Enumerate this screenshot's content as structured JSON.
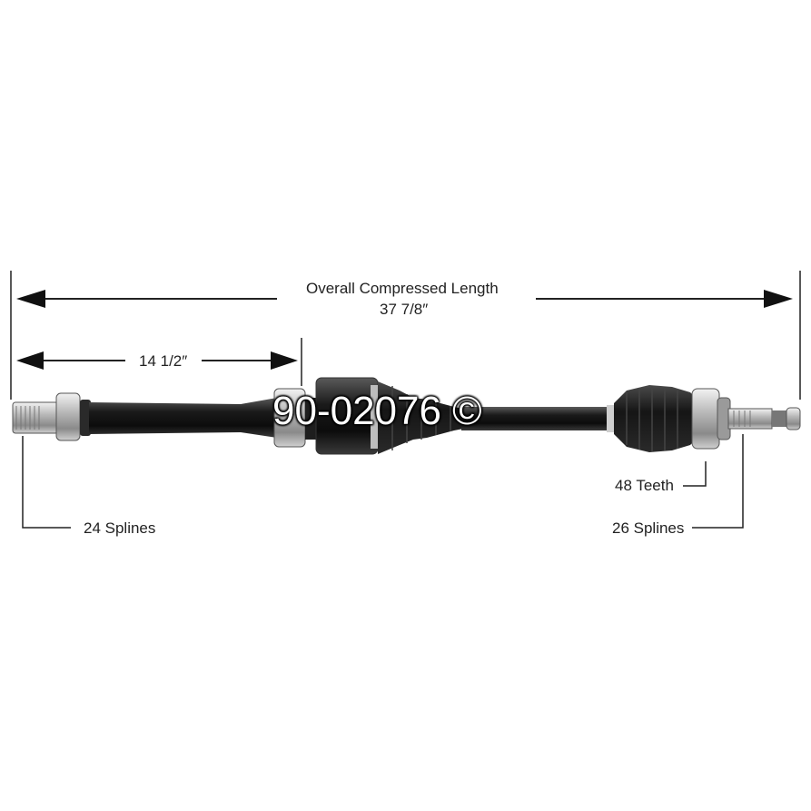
{
  "title": "Overall Compressed Length",
  "overall_length": "37 7/8″",
  "segment_length": "14 1/2″",
  "watermark": "90-02076 ©",
  "left_splines": "24 Splines",
  "right_splines": "26 Splines",
  "teeth": "48 Teeth"
}
